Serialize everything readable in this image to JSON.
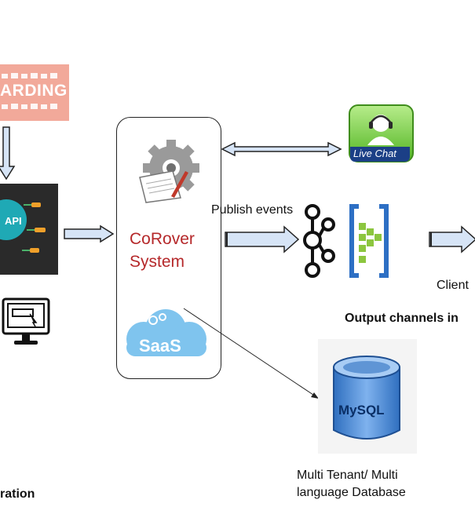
{
  "onboarding_banner": {
    "text": "ARDING"
  },
  "api_panel": {
    "text": "API"
  },
  "corover": {
    "name_line1": "CoRover",
    "name_line2": "System"
  },
  "saas_cloud": {
    "text": "SaaS"
  },
  "live_chat": {
    "text": "Live Chat"
  },
  "edges": {
    "publish_label": "Publish events",
    "client_label": "Client"
  },
  "output_heading": "Output channels in",
  "database": {
    "brand_text": "MySQL",
    "label": "Multi Tenant/ Multi\nlanguage Database"
  },
  "integration_heading": "ration",
  "colors": {
    "corover_red": "#b5282a",
    "arrow_fill": "#d6e4f6",
    "banner": "#f2a99a",
    "livechat_green": "#53b524"
  },
  "icons": [
    "settings-doc-gear-icon",
    "desktop-monitor-icon",
    "kafka-icon",
    "event-hub-icon",
    "database-cylinder-icon"
  ]
}
